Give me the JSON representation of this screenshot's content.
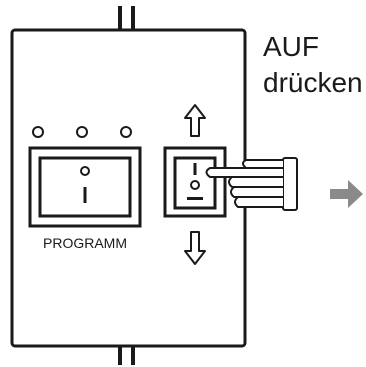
{
  "instruction": {
    "line1": "AUF",
    "line2": "drücken"
  },
  "panel": {
    "program_label": "PROGRAMM",
    "main_switch_glyph_top": "O",
    "main_switch_glyph_bottom": "I",
    "updown_switch_glyph_top": "I",
    "updown_switch_glyph_bottom": "O"
  },
  "indicators": {
    "count": 3
  },
  "icons": {
    "up_arrow": "up-arrow-icon",
    "down_arrow": "down-arrow-icon",
    "pointing_hand": "pointing-hand-icon",
    "next_arrow": "right-arrow-icon"
  },
  "colors": {
    "line": "#1a1a1a",
    "next_arrow": "#8a8a8a",
    "background": "#ffffff"
  }
}
